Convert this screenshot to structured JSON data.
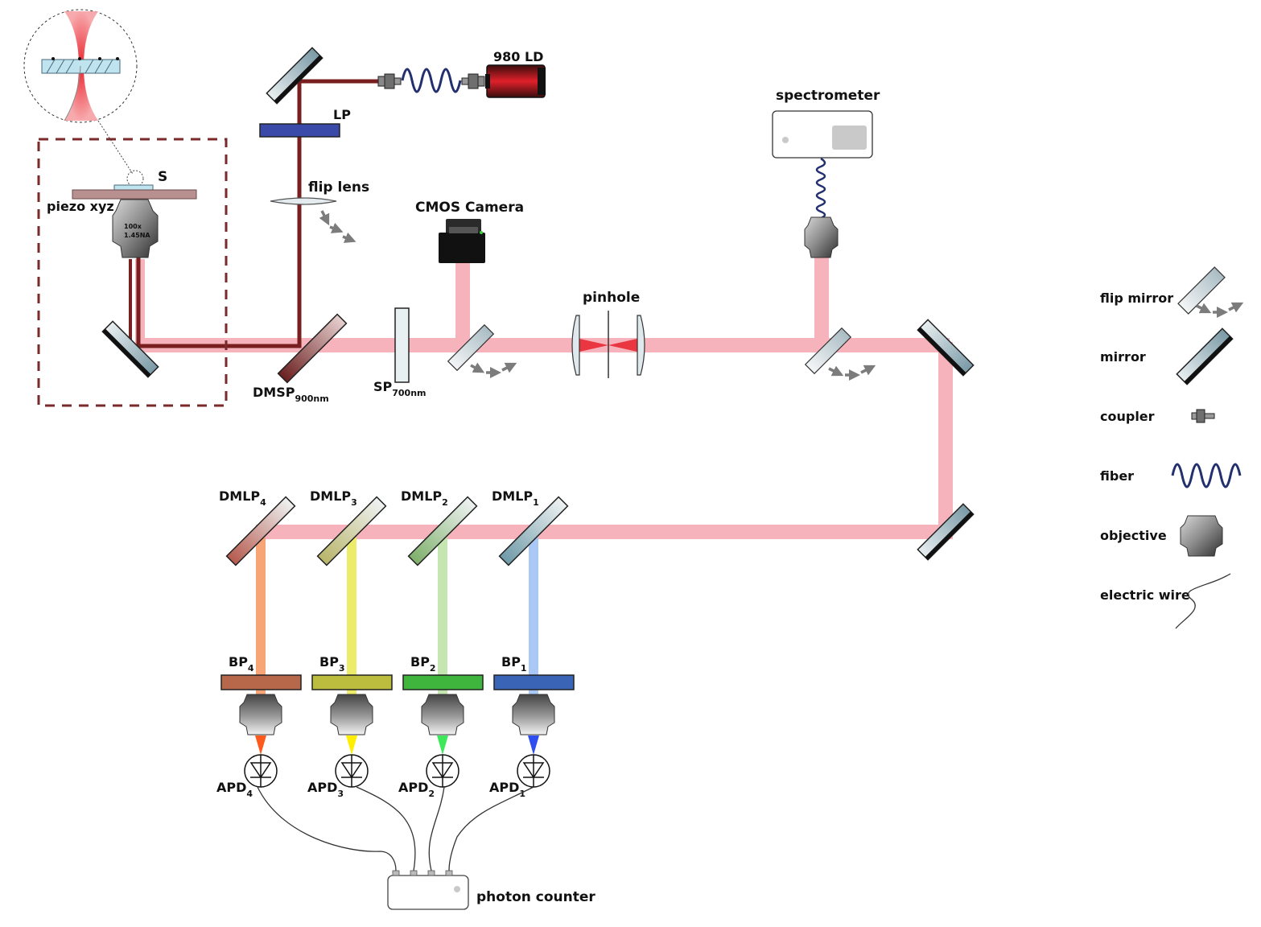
{
  "labels": {
    "ld": "980 LD",
    "lp": "LP",
    "flip_lens": "flip lens",
    "s": "S",
    "piezo": "piezo xyz",
    "objective_mag": "100x",
    "objective_na": "1.45NA",
    "spectrometer": "spectrometer",
    "cmos": "CMOS Camera",
    "pinhole": "pinhole",
    "dmsp": "DMSP",
    "dmsp_sub": "900nm",
    "sp": "SP",
    "sp_sub": "700nm",
    "photon_counter": "photon counter"
  },
  "channels": [
    {
      "dmlp": "DMLP",
      "bp": "BP",
      "apd": "APD",
      "index": "4",
      "beam_color": "#f7a477",
      "filter_color": "#b8684a",
      "mirror_color": "#b65a4e",
      "tip_color": "#ff5a1e"
    },
    {
      "dmlp": "DMLP",
      "bp": "BP",
      "apd": "APD",
      "index": "3",
      "beam_color": "#ecec6a",
      "filter_color": "#bcbc3e",
      "mirror_color": "#b9b56a",
      "tip_color": "#ffee00"
    },
    {
      "dmlp": "DMLP",
      "bp": "BP",
      "apd": "APD",
      "index": "2",
      "beam_color": "#c5e6b0",
      "filter_color": "#3fb53e",
      "mirror_color": "#7fb06b",
      "tip_color": "#3ee85a"
    },
    {
      "dmlp": "DMLP",
      "bp": "BP",
      "apd": "APD",
      "index": "1",
      "beam_color": "#a9c8f5",
      "filter_color": "#3a64b6",
      "mirror_color": "#6f9aa8",
      "tip_color": "#2f4ef0"
    }
  ],
  "legend": [
    {
      "label": "flip mirror",
      "icon": "flip-mirror-icon"
    },
    {
      "label": "mirror",
      "icon": "mirror-icon"
    },
    {
      "label": "coupler",
      "icon": "coupler-icon"
    },
    {
      "label": "fiber",
      "icon": "fiber-icon"
    },
    {
      "label": "objective",
      "icon": "objective-icon"
    },
    {
      "label": "electric wire",
      "icon": "electric-wire-icon"
    }
  ],
  "colors": {
    "beam": "#f7b3bb",
    "laser_path": "#7a1f1f",
    "fiber": "#23306e",
    "dashed_box": "#7a2a2a",
    "lp_filter": "#3a4aa8"
  }
}
